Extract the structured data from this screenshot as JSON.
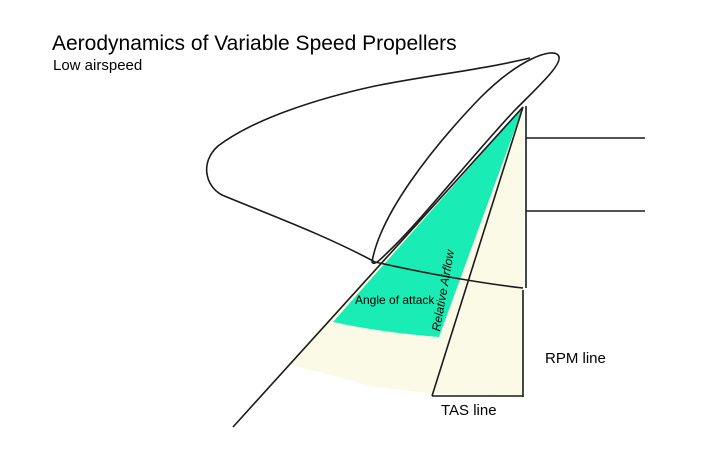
{
  "title": "Aerodynamics of Variable Speed Propellers",
  "subtitle": "Low airspeed",
  "labels": {
    "angle_of_attack": "Angle of attack",
    "relative_airflow": "Relative Airflow",
    "rpm_line": "RPM line",
    "tas_line": "TAS line"
  },
  "colors": {
    "angle_fill": "#19ecb4",
    "wedge_fill": "#fbfae6",
    "line": "#1a1a1a"
  }
}
